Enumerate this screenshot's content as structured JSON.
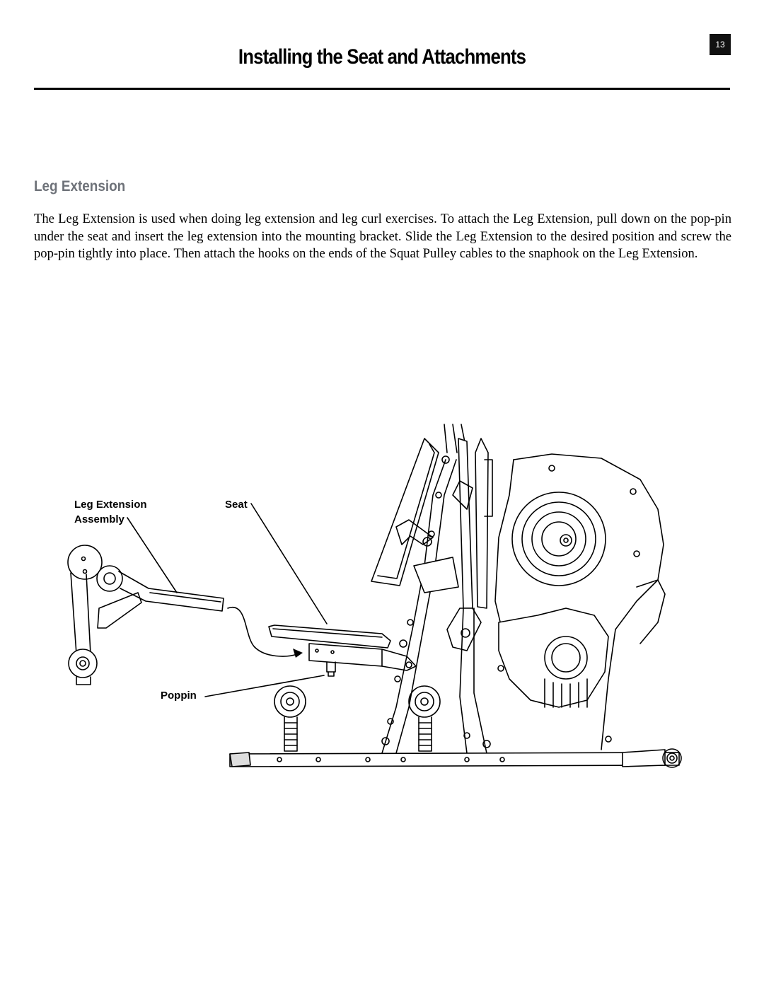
{
  "page": {
    "number": "13",
    "title": "Installing the Seat and Attachments"
  },
  "section": {
    "heading": "Leg Extension",
    "body": "The Leg Extension is used when doing leg extension and leg curl exercises. To attach the Leg Extension, pull down on the pop-pin under the seat and insert the leg extension into the mounting bracket.  Slide the Leg Extension to the desired position and screw the pop-pin tightly into place.  Then attach the  hooks on the ends of the Squat Pulley cables to the snaphook on the Leg Extension."
  },
  "figure": {
    "labels": {
      "leg_extension_assembly": "Leg Extension Assembly",
      "seat": "Seat",
      "poppin": "Poppin"
    }
  }
}
